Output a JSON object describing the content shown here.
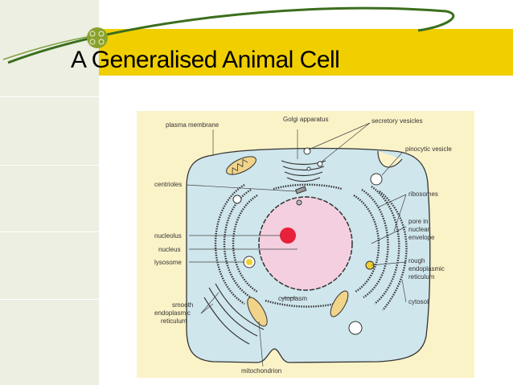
{
  "slide": {
    "title": "A Generalised Animal Cell"
  },
  "diagram": {
    "labels": {
      "plasma_membrane": "plasma membrane",
      "golgi_apparatus": "Golgi apparatus",
      "secretory_vesicles": "secretory vesicles",
      "pinocytic_vesicle": "pinocytic vesicle",
      "centrioles": "centrioles",
      "ribosomes": "ribosomes",
      "pore_line1": "pore in",
      "pore_line2": "nuclear",
      "pore_line3": "envelope",
      "nucleolus": "nucleolus",
      "nucleus": "nucleus",
      "lysosome": "lysosome",
      "rough_er_line1": "rough",
      "rough_er_line2": "endoplasmic",
      "rough_er_line3": "reticulum",
      "smooth_er_line1": "smooth",
      "smooth_er_line2": "endoplasmic",
      "smooth_er_line3": "reticulum",
      "cytoplasm": "cytoplasm",
      "cytosol": "cytosol",
      "mitochondrion": "mitochondrion"
    }
  },
  "colors": {
    "title_bar": "#f1ce00",
    "logo_green": "#8aa12e",
    "swoosh_green": "#3b6e1d",
    "cell_fill": "#cfe6ec",
    "nucleus_fill": "#f4cfe0",
    "nucleolus_fill": "#e8203a",
    "diagram_bg": "#fbf3c8"
  }
}
